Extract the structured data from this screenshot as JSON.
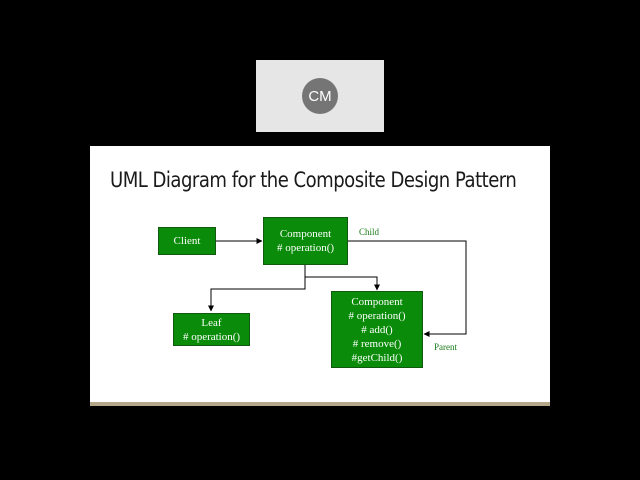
{
  "avatar": {
    "initials": "CM"
  },
  "slide": {
    "title": "UML Diagram for the Composite Design Pattern"
  },
  "diagram": {
    "client": {
      "name": "Client"
    },
    "component": {
      "name": "Component",
      "method": "# operation()"
    },
    "leaf": {
      "name": "Leaf",
      "method": "# operation()"
    },
    "composite": {
      "name": "Component",
      "methods": [
        "# operation()",
        "# add()",
        "# remove()",
        "#getChild()"
      ]
    },
    "edge_labels": {
      "child": "Child",
      "parent": "Parent"
    }
  },
  "colors": {
    "box_fill": "#0a8c0a",
    "edge_label": "#1a7a1a",
    "slide_accent": "#b5a78a"
  }
}
